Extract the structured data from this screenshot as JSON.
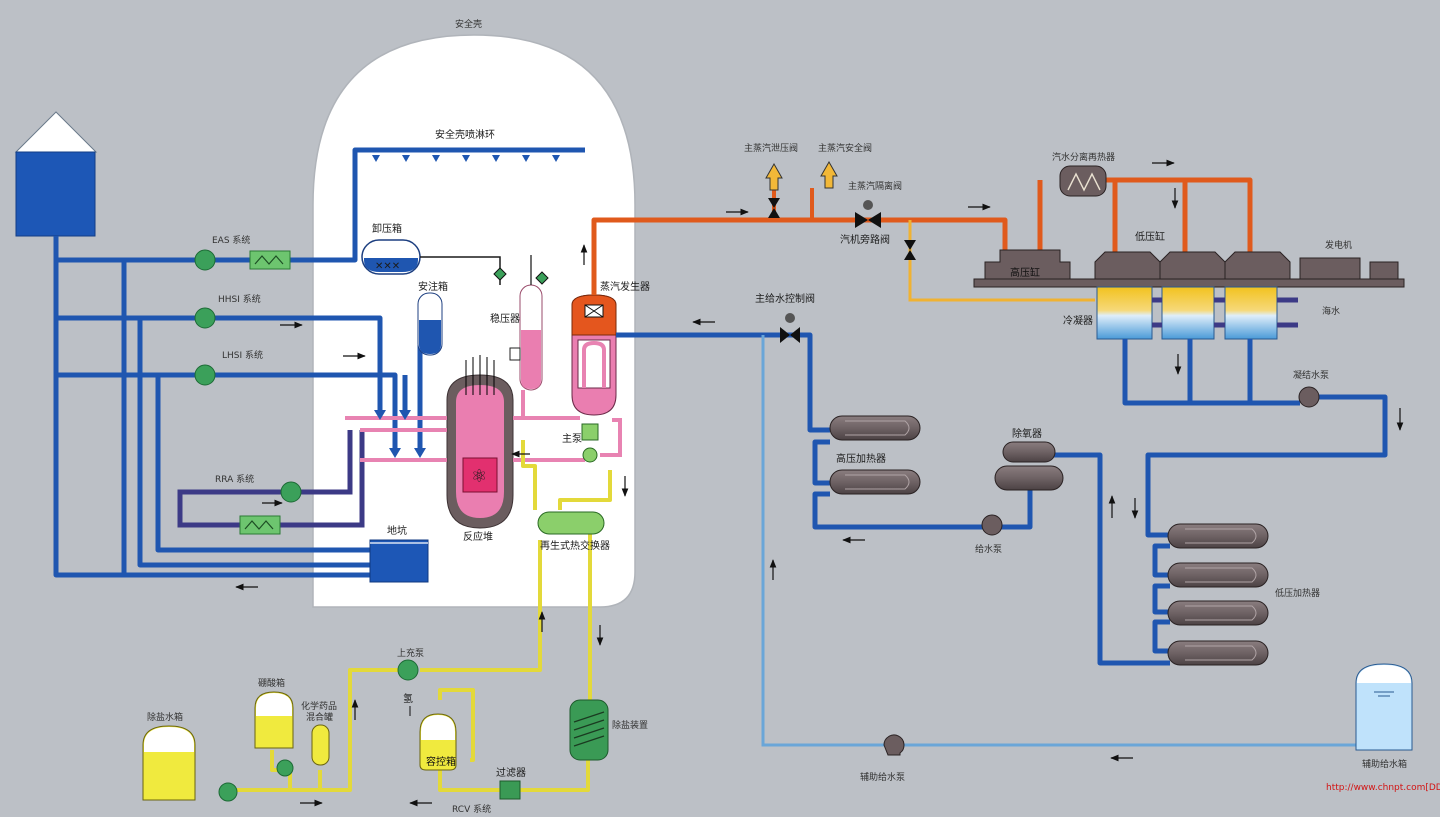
{
  "labels": {
    "containment": "安全壳",
    "spray_ring": "安全壳喷淋环",
    "eas": "EAS 系统",
    "hhsi": "HHSI 系统",
    "lhsi": "LHSI 系统",
    "rra": "RRA 系统",
    "relief_tank": "卸压箱",
    "accumulator": "安注箱",
    "pressurizer": "稳压器",
    "reactor": "反应堆",
    "sump": "地坑",
    "main_pump": "主泵",
    "steam_generator": "蒸汽发生器",
    "regen_hx": "再生式热交换器",
    "ms_relief_valve": "主蒸汽泄压阀",
    "ms_safety_valve": "主蒸汽安全阀",
    "ms_isolation_valve": "主蒸汽隔离阀",
    "turbine_bypass": "汽机旁路阀",
    "main_feed_valve": "主给水控制阀",
    "msr": "汽水分离再热器",
    "hp_turbine": "高压缸",
    "lp_turbine": "低压缸",
    "generator": "发电机",
    "condenser": "冷凝器",
    "cooling_water": "海水",
    "condensate_pump": "凝结水泵",
    "deaerator": "除氧器",
    "hp_heater": "高压加热器",
    "feed_pump": "给水泵",
    "lp_heater": "低压加热器",
    "aux_feed_tank": "辅助给水箱",
    "aux_feed_pump": "辅助给水泵",
    "charging_pump": "上充泵",
    "boric_tank": "硼酸箱",
    "chem_mix": [
      "化学药品",
      "混合罐"
    ],
    "hydrogen": "氢",
    "vct": "容控箱",
    "demin": "除盐装置",
    "filter": "过滤器",
    "rcv": "RCV 系统",
    "demin_water_tank": "除盐水箱"
  },
  "watermark": "http://www.chnpt.com[DDD"
}
